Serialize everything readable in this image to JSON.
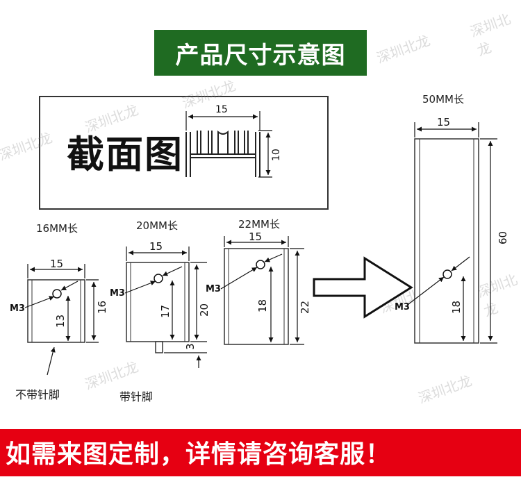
{
  "title": "产品尺寸示意图",
  "section_label": "截面图",
  "section_dims": {
    "width": "15",
    "height": "10"
  },
  "variants": [
    {
      "size_label": "16MM长",
      "width": "15",
      "height": "16",
      "hole": "13",
      "thread": "M3",
      "note": "不带针脚"
    },
    {
      "size_label": "20MM长",
      "width": "15",
      "height": "20",
      "hole": "17",
      "thread": "M3",
      "pin": "3",
      "note": "带针脚"
    },
    {
      "size_label": "22MM长",
      "width": "15",
      "height": "22",
      "hole": "18",
      "thread": "M3"
    },
    {
      "size_label": "50MM长",
      "width": "15",
      "height": "60",
      "hole": "18",
      "thread": "M3"
    }
  ],
  "footer": "如需来图定制，详情请咨询客服！",
  "watermark": "深圳北龙",
  "colors": {
    "banner": "#1f6b22",
    "footer": "#e60012"
  }
}
